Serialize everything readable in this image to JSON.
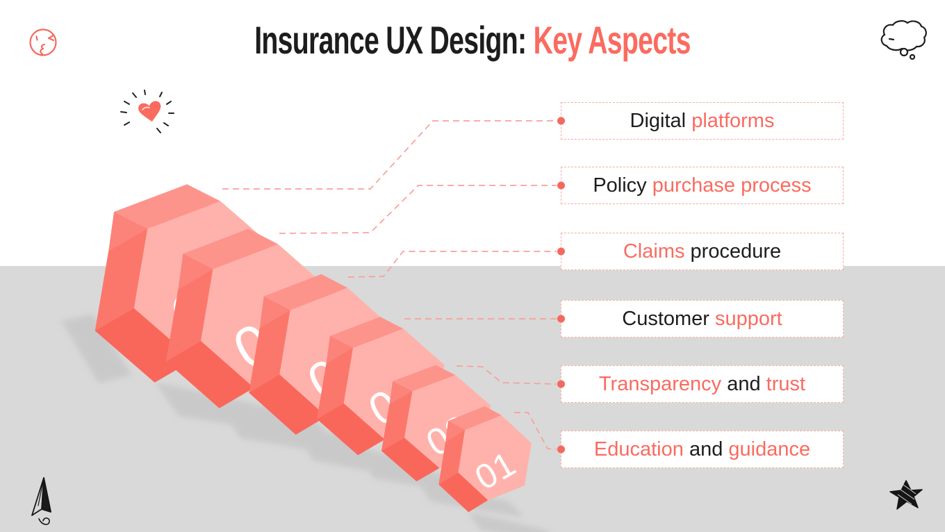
{
  "title": {
    "prefix": "Insurance UX Design: ",
    "highlight": "Key Aspects"
  },
  "colors": {
    "accent": "#FA6B60",
    "ink": "#1D1D1D",
    "band": "#D9D9D9",
    "connector": "#F8A099",
    "dot": "#F4695E",
    "hexagon": {
      "front": "#FFB2AB",
      "top": "#FD948B",
      "left": "#FB776B",
      "bottom": "#F9675B",
      "rim": "#FB837A",
      "number": "#FFFFFF"
    }
  },
  "steps": [
    {
      "number": "06"
    },
    {
      "number": "05"
    },
    {
      "number": "04"
    },
    {
      "number": "03"
    },
    {
      "number": "02"
    },
    {
      "number": "01"
    }
  ],
  "aspects": [
    {
      "parts": [
        {
          "text": "Digital ",
          "tone": "ink"
        },
        {
          "text": "platforms",
          "tone": "accent"
        }
      ]
    },
    {
      "parts": [
        {
          "text": "Policy ",
          "tone": "ink"
        },
        {
          "text": "purchase process",
          "tone": "accent"
        }
      ]
    },
    {
      "parts": [
        {
          "text": "Claims ",
          "tone": "accent"
        },
        {
          "text": "procedure",
          "tone": "ink"
        }
      ]
    },
    {
      "parts": [
        {
          "text": "Customer ",
          "tone": "ink"
        },
        {
          "text": "support",
          "tone": "accent"
        }
      ]
    },
    {
      "parts": [
        {
          "text": "Transparency ",
          "tone": "accent"
        },
        {
          "text": "and ",
          "tone": "ink"
        },
        {
          "text": "trust",
          "tone": "accent"
        }
      ]
    },
    {
      "parts": [
        {
          "text": "Education ",
          "tone": "accent"
        },
        {
          "text": "and ",
          "tone": "ink"
        },
        {
          "text": "guidance",
          "tone": "accent"
        }
      ]
    }
  ],
  "icons": {
    "top_left": "kiss-wink-face-icon",
    "top_right": "thought-cloud-icon",
    "heart": "heart-sparkle-icon",
    "bottom_left": "paper-plane-icon",
    "bottom_right": "scribble-star-icon"
  }
}
